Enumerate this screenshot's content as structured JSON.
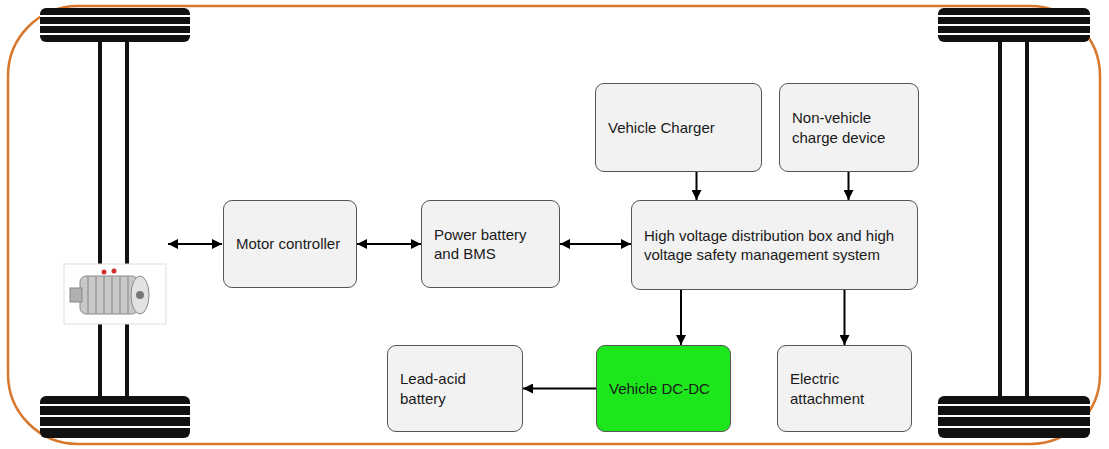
{
  "diagram": {
    "nodes": [
      {
        "text": [
          "Vehicle Charger"
        ]
      },
      {
        "text": [
          "Non-vehicle charge device"
        ]
      },
      {
        "text": [
          "Motor controller"
        ]
      },
      {
        "text": [
          "Power battery and BMS"
        ]
      },
      {
        "text": [
          "High voltage distribution box and high voltage safety management system"
        ]
      },
      {
        "text": [
          "Lead-acid battery"
        ]
      },
      {
        "text": [
          "Vehicle DC-DC"
        ]
      },
      {
        "text": [
          "Electric attachment"
        ]
      }
    ],
    "edges": [
      {
        "from": 0,
        "to": 4,
        "arrow": "to"
      },
      {
        "from": 1,
        "to": 4,
        "arrow": "to"
      },
      {
        "from": 2,
        "to": 3,
        "arrow": "both"
      },
      {
        "from": 3,
        "to": 4,
        "arrow": "both"
      },
      {
        "from": 4,
        "to": 6,
        "arrow": "to"
      },
      {
        "from": 4,
        "to": 7,
        "arrow": "to"
      },
      {
        "from": 6,
        "to": 5,
        "arrow": "to"
      }
    ]
  }
}
